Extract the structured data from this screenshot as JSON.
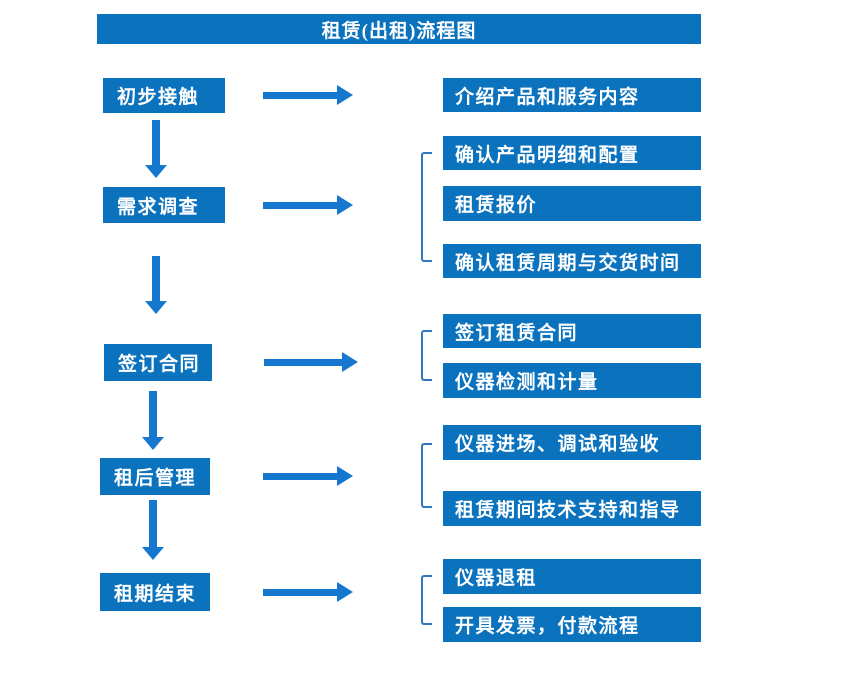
{
  "title": "租赁(出租)流程图",
  "colors": {
    "box_blue": "#0b72bd",
    "arrow_blue": "#1677ce",
    "bracket_blue": "#3077c0",
    "text": "#ffffff",
    "background": "#ffffff"
  },
  "stages": [
    {
      "label": "初步接触",
      "outputs": [
        "介绍产品和服务内容"
      ]
    },
    {
      "label": "需求调查",
      "outputs": [
        "确认产品明细和配置",
        "租赁报价",
        "确认租赁周期与交货时间"
      ]
    },
    {
      "label": "签订合同",
      "outputs": [
        "签订租赁合同",
        "仪器检测和计量"
      ]
    },
    {
      "label": "租后管理",
      "outputs": [
        "仪器进场、调试和验收",
        "租赁期间技术支持和指导"
      ]
    },
    {
      "label": "租期结束",
      "outputs": [
        "仪器退租",
        "开具发票，付款流程"
      ]
    }
  ]
}
